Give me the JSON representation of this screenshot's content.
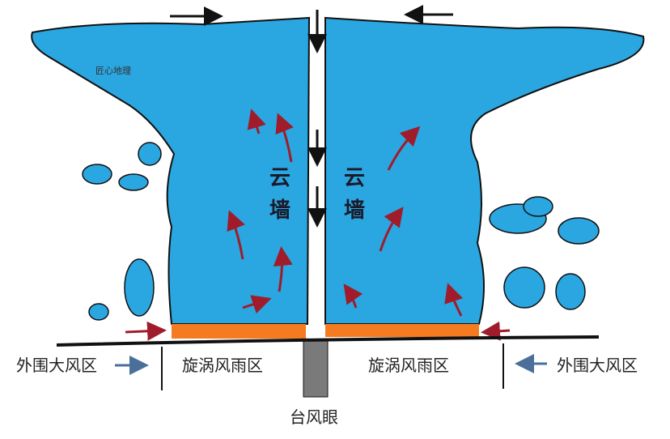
{
  "watermark": "匠心地理",
  "cloud_wall_left": [
    "云",
    "墙"
  ],
  "cloud_wall_right": [
    "云",
    "墙"
  ],
  "zones": {
    "outer_left": "外围大风区",
    "vortex_left": "旋涡风雨区",
    "vortex_right": "旋涡风雨区",
    "outer_right": "外围大风区",
    "eye": "台风眼"
  },
  "colors": {
    "cloud": "#2aa6e0",
    "cloud_outline": "#111111",
    "updraft_arrow": "#a01c2a",
    "surface_heat": "#f47b20",
    "eye_column": "#7a7a7a",
    "inflow_arrow": "#4a6f9a"
  }
}
